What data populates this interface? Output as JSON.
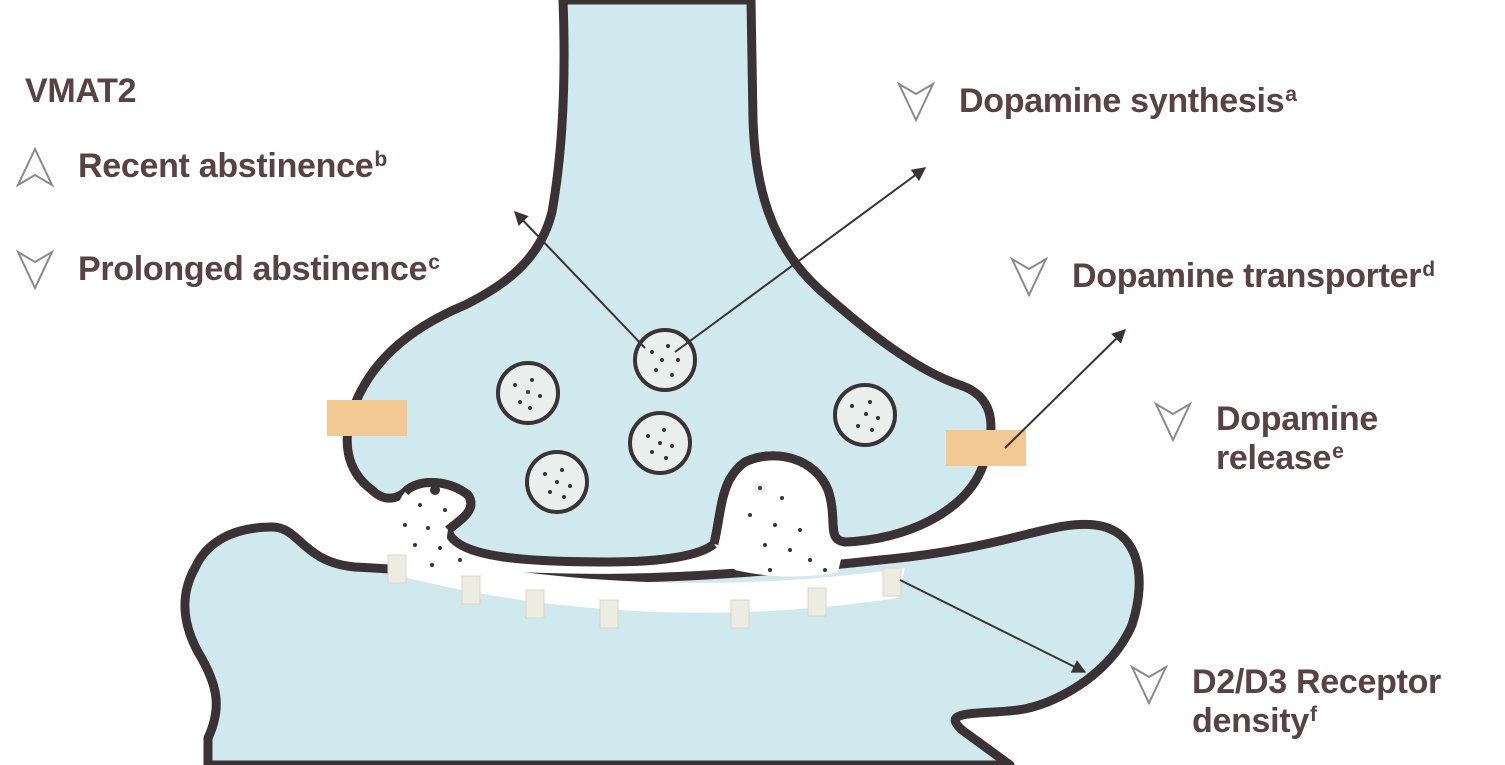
{
  "labels": {
    "vmat2": {
      "title": "VMAT2"
    },
    "recent_abstinence": {
      "text": "Recent abstinence",
      "sup": "b",
      "trend": "up"
    },
    "prolonged_abstinence": {
      "text": "Prolonged abstinence",
      "sup": "c",
      "trend": "down"
    },
    "dopamine_synthesis": {
      "text": "Dopamine synthesis",
      "sup": "a",
      "trend": "down"
    },
    "dopamine_transporter": {
      "text": "Dopamine transporter",
      "sup": "d",
      "trend": "down"
    },
    "dopamine_release": {
      "line1": "Dopamine",
      "line2": "release",
      "sup": "e",
      "trend": "down"
    },
    "d2d3_receptor": {
      "line1": "D2/D3 Receptor",
      "line2": "density",
      "sup": "f",
      "trend": "down"
    }
  },
  "colors": {
    "cell_fill": "#cfe9ee",
    "membrane": "#3a3234",
    "transporter": "#f2c992",
    "receptor": "#ecece0",
    "text": "#5a4148"
  }
}
